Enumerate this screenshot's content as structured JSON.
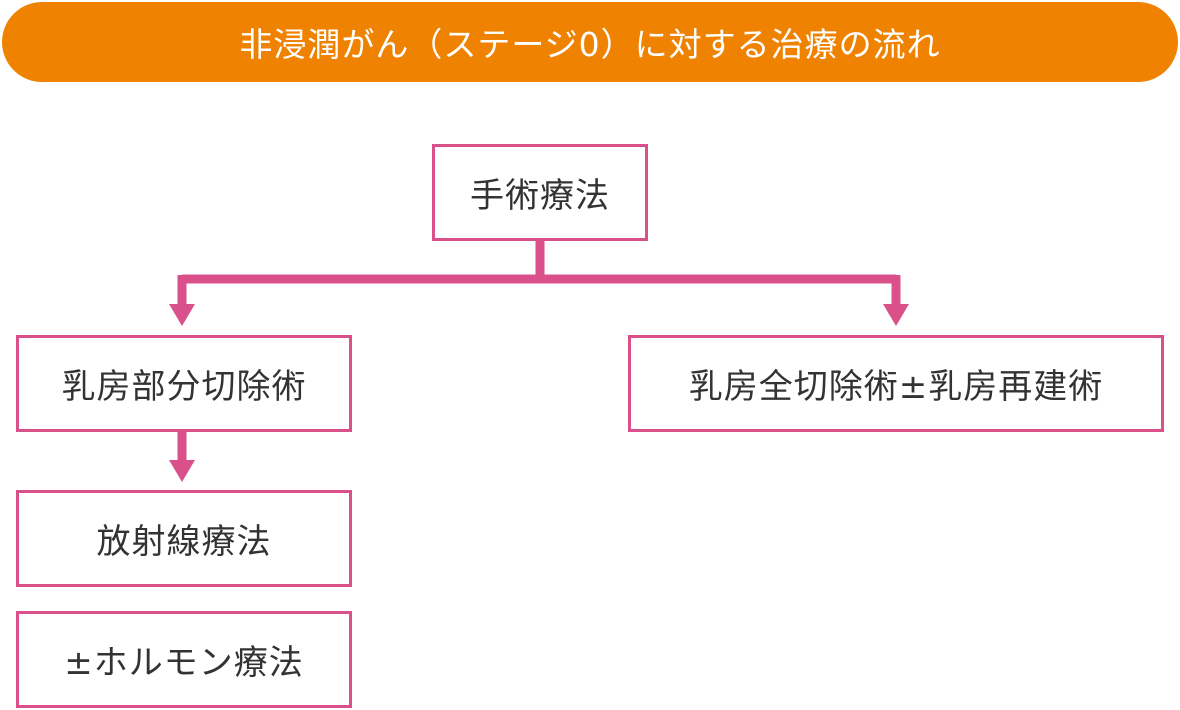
{
  "title": "非浸潤がん（ステージ0）に対する治療の流れ",
  "nodes": {
    "surgery": "手術療法",
    "partial_mastectomy": "乳房部分切除術",
    "total_mastectomy": "乳房全切除術±乳房再建術",
    "radiation": "放射線療法",
    "hormone": "±ホルモン療法"
  },
  "colors": {
    "title_bar": "#ef8200",
    "title_text": "#ffffff",
    "box_border": "#d9508a",
    "connector": "#d9508a",
    "box_text": "#333333"
  }
}
